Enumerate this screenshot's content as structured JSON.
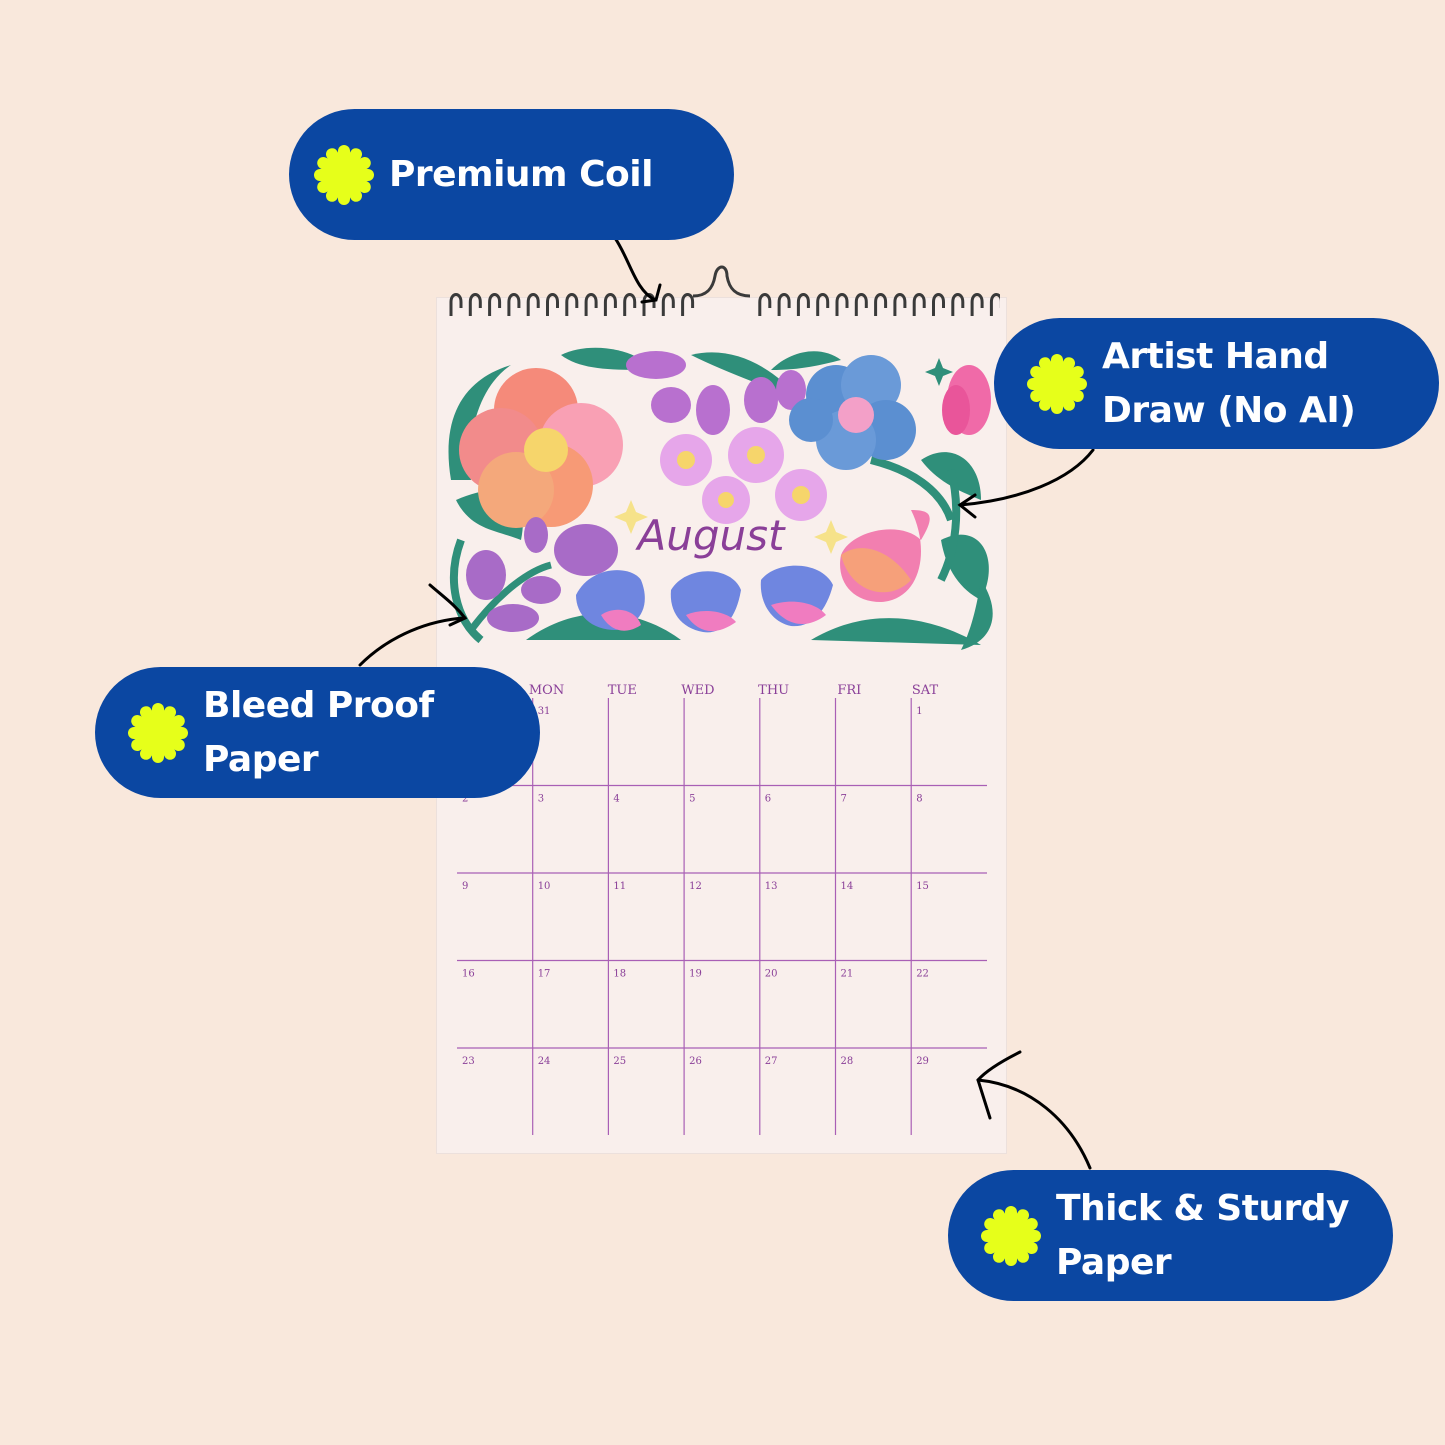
{
  "colors": {
    "background": "#f9e8dc",
    "pill": "#0b47a2",
    "burst": "#e6ff1a",
    "calendar_text": "#8a3f98",
    "grid_line": "#a95fb5",
    "leaf": "#2f8f7a"
  },
  "callouts": {
    "premium_coil": "Premium Coil",
    "artist_hand": "Artist Hand\nDraw (No AI)",
    "bleed_proof": "Bleed Proof\nPaper",
    "thick_sturdy": "Thick & Sturdy\nPaper"
  },
  "calendar": {
    "month": "August",
    "weekdays": [
      "MON",
      "TUE",
      "WED",
      "THU",
      "FRI",
      "SAT"
    ],
    "weeks": [
      [
        "",
        "31",
        "",
        "",
        "",
        "",
        "1"
      ],
      [
        "2",
        "3",
        "4",
        "5",
        "6",
        "7",
        "8"
      ],
      [
        "9",
        "10",
        "11",
        "12",
        "13",
        "14",
        "15"
      ],
      [
        "16",
        "17",
        "18",
        "19",
        "20",
        "21",
        "22"
      ],
      [
        "23",
        "24",
        "25",
        "26",
        "27",
        "28",
        "29"
      ]
    ]
  },
  "icons": {
    "burst": "asterisk-burst-icon"
  }
}
